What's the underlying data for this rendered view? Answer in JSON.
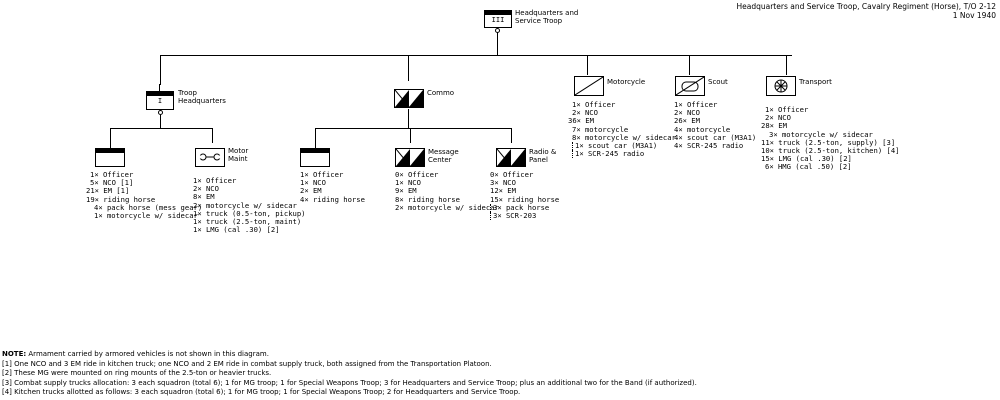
{
  "title": {
    "line1": "Headquarters and Service Troop, Cavalry Regiment (Horse), T/O 2-12",
    "line2": "1 Nov 1940"
  },
  "hq": {
    "label": "Headquarters and\nService Troop",
    "symbol_text": "III"
  },
  "troop_hq": {
    "label": "Troop\nHeadquarters",
    "symbol_text": "I",
    "subunits": [
      {
        "label": "",
        "lines": [
          "1× Officer",
          "5× NCO [1]",
          "21× EM [1]",
          "19× riding horse",
          "4× pack horse (mess gear)",
          "1× motorcycle w/ sidecar"
        ]
      },
      {
        "label": "Motor\nMaint",
        "lines": [
          "1× Officer",
          "2× NCO",
          "8× EM",
          "2× motorcycle w/ sidecar",
          "1× truck (0.5-ton, pickup)",
          "1× truck (2.5-ton, maint)",
          "1× LMG (cal .30) [2]"
        ]
      }
    ]
  },
  "commo": {
    "label": "Commo",
    "subunits": [
      {
        "label": "",
        "lines": [
          "1× Officer",
          "1× NCO",
          "2× EM",
          "4× riding horse"
        ]
      },
      {
        "label": "Message\nCenter",
        "lines": [
          "0× Officer",
          "1× NCO",
          "9× EM",
          "8× riding horse",
          "2× motorcycle w/ sidecar"
        ]
      },
      {
        "label": "Radio &\nPanel",
        "lines": [
          "0× Officer",
          "3× NCO",
          "12× EM",
          "15× riding horse",
          "3× pack horse",
          "3× SCR-203"
        ]
      }
    ]
  },
  "motorcycle": {
    "label": "Motorcycle",
    "lines": [
      "1× Officer",
      "2× NCO",
      "36× EM",
      "7× motorcycle",
      "8× motorcycle w/ sidecar",
      "1× scout car (M3A1)",
      "1× SCR-245 radio"
    ]
  },
  "scout": {
    "label": "Scout",
    "lines": [
      "1× Officer",
      "2× NCO",
      "26× EM",
      "4× motorcycle",
      "4× scout car (M3A1)",
      "4× SCR-245 radio"
    ]
  },
  "transport": {
    "label": "Transport",
    "lines": [
      "1× Officer",
      "2× NCO",
      "28× EM",
      "3× motorcycle w/ sidecar",
      "11× truck (2.5-ton, supply) [3]",
      "10× truck (2.5-ton, kitchen) [4]",
      "15× LMG (cal .30) [2]",
      "6× HMG (cal .50) [2]"
    ]
  },
  "notes": {
    "heading": "NOTE:",
    "lead": " Armament carried by armored vehicles is not shown in this diagram.",
    "items": [
      "[1] One NCO and 3 EM ride in kitchen truck; one NCO and 2 EM ride in combat supply truck, both assigned from the Transportation Platoon.",
      "[2] These MG were mounted on ring mounts of the 2.5-ton or heavier trucks.",
      "[3] Combat supply trucks allocation:  3 each squadron (total 6); 1 for MG troop; 1 for Special Weapons Troop; 3 for Headquarters and Service Troop; plus an additional two for the Band (if authorized).",
      "[4] Kitchen trucks allotted as follows: 3 each squadron (total 6); 1 for MG troop; 1 for Special Weapons Troop; 2 for Headquarters and Service Troop."
    ]
  }
}
